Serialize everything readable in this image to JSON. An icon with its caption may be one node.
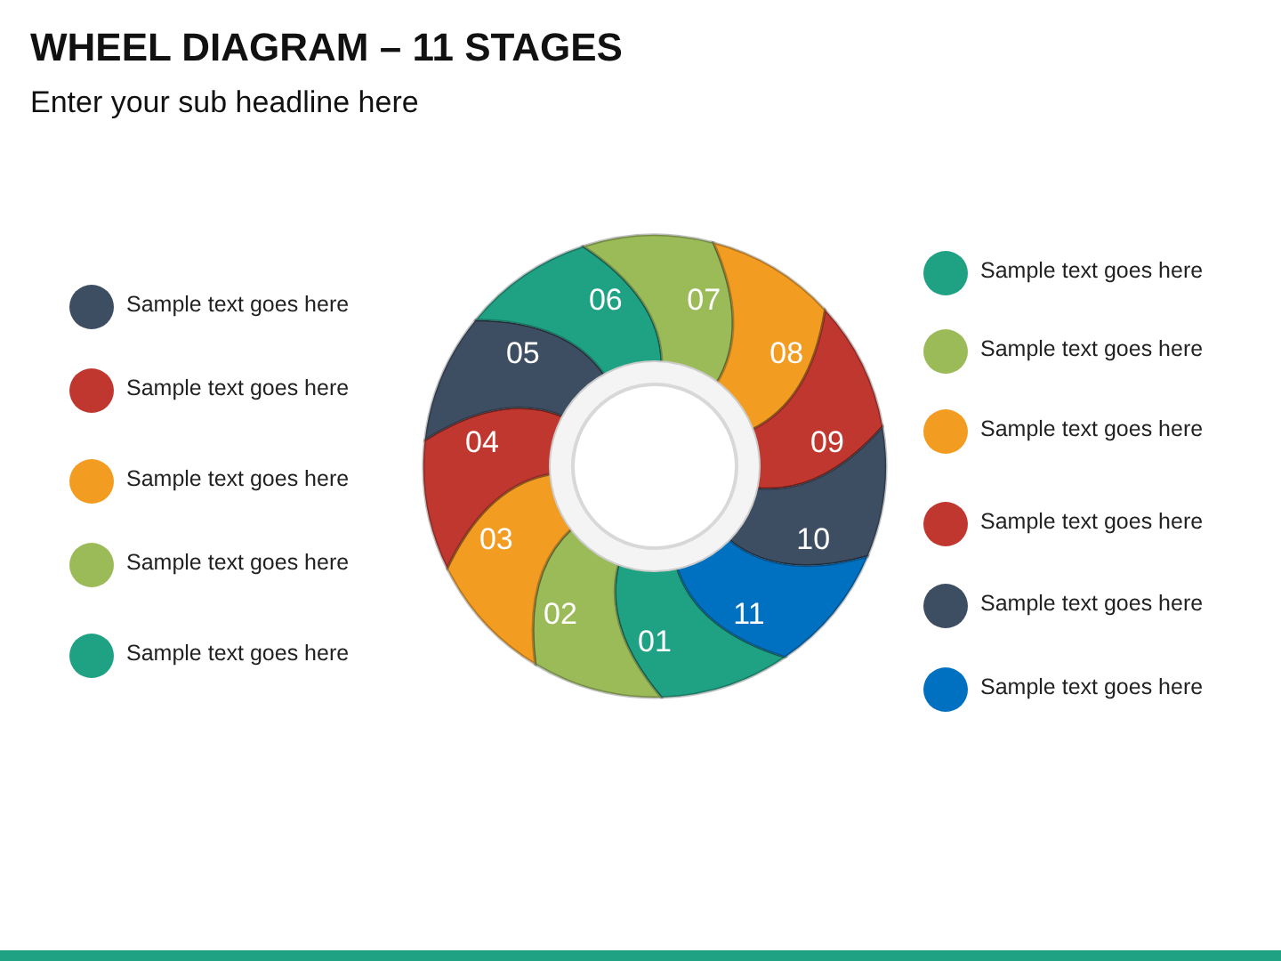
{
  "diagram": {
    "title": "WHEEL DIAGRAM – 11 STAGES",
    "nodes": [
      {
        "text": [
          "01"
        ]
      },
      {
        "text": [
          "02"
        ]
      },
      {
        "text": [
          "03"
        ]
      },
      {
        "text": [
          "04"
        ]
      },
      {
        "text": [
          "05"
        ]
      },
      {
        "text": [
          "06"
        ]
      },
      {
        "text": [
          "07"
        ]
      },
      {
        "text": [
          "08"
        ]
      },
      {
        "text": [
          "09"
        ]
      },
      {
        "text": [
          "10"
        ]
      },
      {
        "text": [
          "11"
        ]
      }
    ],
    "labels": [
      "Enter your sub headline here"
    ],
    "legend": [
      {
        "text": "Sample text goes here",
        "color": "#3d4e63"
      },
      {
        "text": "Sample text goes here",
        "color": "#c0372f"
      },
      {
        "text": "Sample text goes here",
        "color": "#f39c22"
      },
      {
        "text": "Sample text goes here",
        "color": "#9bbb59"
      },
      {
        "text": "Sample text goes here",
        "color": "#1fa184"
      },
      {
        "text": "Sample text goes here",
        "color": "#1fa184"
      },
      {
        "text": "Sample text goes here",
        "color": "#9bbb59"
      },
      {
        "text": "Sample text goes here",
        "color": "#f39c22"
      },
      {
        "text": "Sample text goes here",
        "color": "#c0372f"
      },
      {
        "text": "Sample text goes here",
        "color": "#3d4e63"
      },
      {
        "text": "Sample text goes here",
        "color": "#0070c0"
      }
    ]
  }
}
